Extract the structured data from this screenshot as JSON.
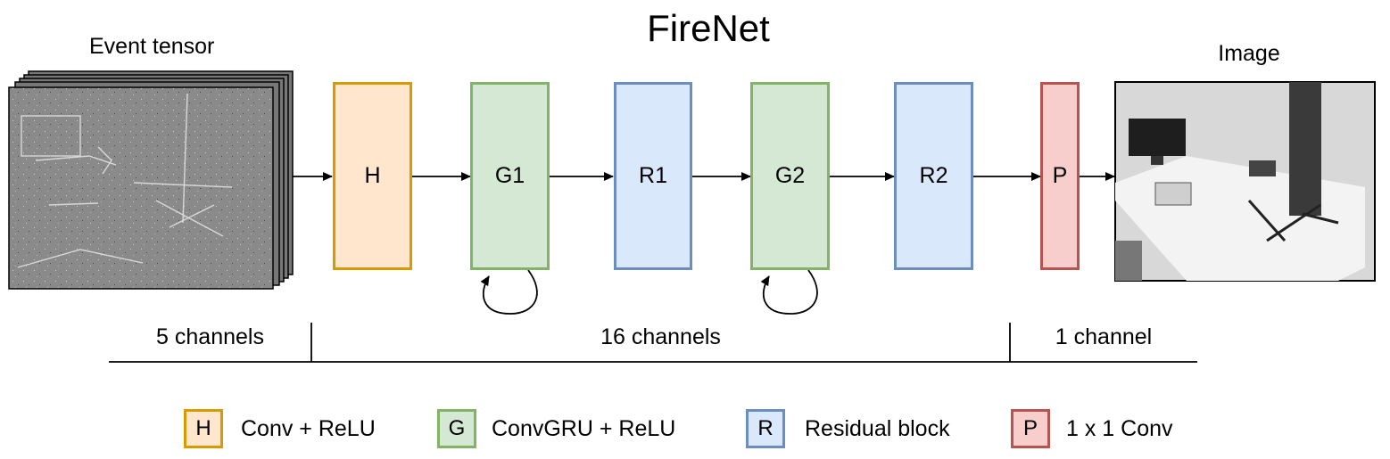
{
  "title": "FireNet",
  "input": {
    "caption": "Event tensor"
  },
  "output": {
    "caption": "Image"
  },
  "blocks": [
    {
      "id": "H",
      "label": "H",
      "kind": "Conv + ReLU"
    },
    {
      "id": "G1",
      "label": "G1",
      "kind": "ConvGRU + ReLU",
      "recurrent": true
    },
    {
      "id": "R1",
      "label": "R1",
      "kind": "Residual block"
    },
    {
      "id": "G2",
      "label": "G2",
      "kind": "ConvGRU + ReLU",
      "recurrent": true
    },
    {
      "id": "R2",
      "label": "R2",
      "kind": "Residual block"
    },
    {
      "id": "P",
      "label": "P",
      "kind": "1 x 1 Conv"
    }
  ],
  "channels": [
    {
      "label": "5 channels"
    },
    {
      "label": "16 channels"
    },
    {
      "label": "1 channel"
    }
  ],
  "legend": [
    {
      "symbol": "H",
      "text": "Conv + ReLU",
      "color": "#d79b00",
      "fill": "#ffe6cc"
    },
    {
      "symbol": "G",
      "text": "ConvGRU + ReLU",
      "color": "#82b366",
      "fill": "#d5e8d4"
    },
    {
      "symbol": "R",
      "text": "Residual block",
      "color": "#6c8ebf",
      "fill": "#dae8fc"
    },
    {
      "symbol": "P",
      "text": "1 x 1 Conv",
      "color": "#b85450",
      "fill": "#f8cecc"
    }
  ]
}
